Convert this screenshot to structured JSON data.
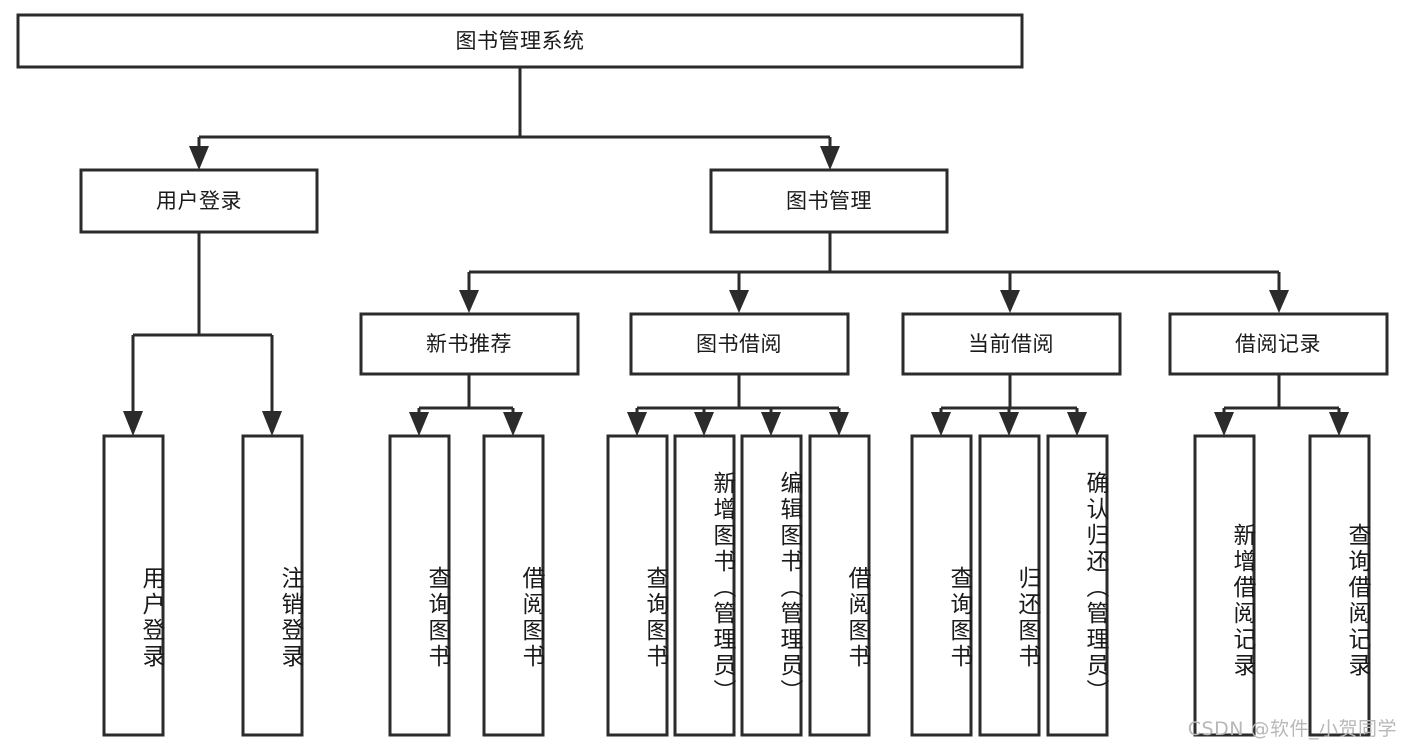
{
  "diagram": {
    "type": "hierarchy-tree",
    "title": "图书管理系统",
    "watermark": "CSDN @软件_小贺同学",
    "colors": {
      "stroke": "#2b2b2b",
      "fill": "#ffffff",
      "text": "#1a1a1a",
      "watermark": "#b8b8b8"
    },
    "root": {
      "label": "图书管理系统",
      "orientation": "horizontal"
    },
    "level2": [
      {
        "label": "用户登录",
        "orientation": "horizontal"
      },
      {
        "label": "图书管理",
        "orientation": "horizontal"
      }
    ],
    "level3": [
      {
        "label": "新书推荐",
        "orientation": "horizontal"
      },
      {
        "label": "图书借阅",
        "orientation": "horizontal"
      },
      {
        "label": "当前借阅",
        "orientation": "horizontal"
      },
      {
        "label": "借阅记录",
        "orientation": "horizontal"
      }
    ],
    "leaves": {
      "user_login": [
        {
          "label": "用户登录",
          "orientation": "vertical"
        },
        {
          "label": "注销登录",
          "orientation": "vertical"
        }
      ],
      "new_book_recommend": [
        {
          "label": "查询图书",
          "orientation": "vertical"
        },
        {
          "label": "借阅图书",
          "orientation": "vertical"
        }
      ],
      "book_borrow": [
        {
          "label": "查询图书",
          "orientation": "vertical"
        },
        {
          "label": "新增图书（管理员）",
          "orientation": "vertical"
        },
        {
          "label": "编辑图书（管理员）",
          "orientation": "vertical"
        },
        {
          "label": "借阅图书",
          "orientation": "vertical"
        }
      ],
      "current_borrow": [
        {
          "label": "查询图书",
          "orientation": "vertical"
        },
        {
          "label": "归还图书",
          "orientation": "vertical"
        },
        {
          "label": "确认归还（管理员）",
          "orientation": "vertical"
        }
      ],
      "borrow_record": [
        {
          "label": "新增借阅记录",
          "orientation": "vertical"
        },
        {
          "label": "查询借阅记录",
          "orientation": "vertical"
        }
      ]
    }
  }
}
